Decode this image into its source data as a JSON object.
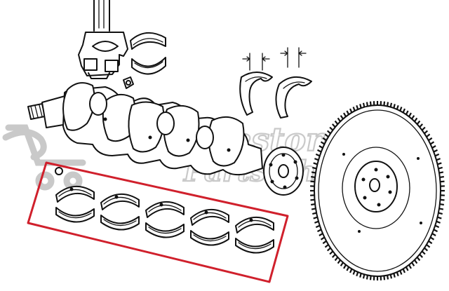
{
  "watermark": {
    "line1": "Alfa Restoration",
    "line2": "Parts Shop"
  },
  "diagram": {
    "components": [
      "connecting-rod",
      "rod-bearing-shells",
      "thrust-washers",
      "crankshaft",
      "main-bearing-shells",
      "flywheel"
    ],
    "highlight_color": "#d0202c",
    "ink_color": "#111111",
    "watermark_color": "#c9c9c9",
    "main_bearing_pairs": 5,
    "thrust_washer_count": 2,
    "flywheel_teeth": 120
  }
}
